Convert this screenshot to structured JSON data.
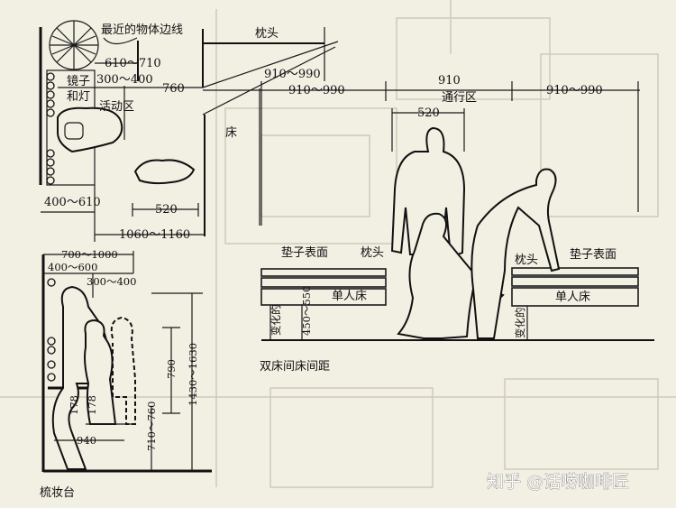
{
  "plan": {
    "nearest_edge": "最近的物体边线",
    "dim_610_710": "610～710",
    "dim_300_400": "300～400",
    "dim_760": "760",
    "mirror_light_1": "镜子",
    "mirror_light_2": "和灯",
    "activity_zone": "活动区",
    "pillow": "枕头",
    "bed": "床",
    "dim_910_990": "910～990",
    "dim_400_610": "400～610",
    "dim_520": "520",
    "dim_1060_1160": "1060～1160"
  },
  "vanity_section": {
    "dim_700_1000": "700～1000",
    "dim_400_600": "400～600",
    "dim_300_400": "300～400",
    "dim_790": "790",
    "dim_1430_1630": "1430～1630",
    "dim_710_760": "710～760",
    "dim_178a": "178",
    "dim_178b": "178",
    "dim_940": "940",
    "caption": "梳妆台"
  },
  "twin_beds": {
    "dim_left": "910～990",
    "dim_mid": "910",
    "passage": "通行区",
    "dim_right": "910～990",
    "dim_520": "520",
    "mattress_left": "垫子表面",
    "pillow_left": "枕头",
    "single_bed_left": "单人床",
    "dim_450_550": "450～550",
    "variable_left": "变化的",
    "pillow_right": "枕头",
    "mattress_right": "垫子表面",
    "single_bed_right": "单人床",
    "variable_right": "变化的",
    "caption": "双床间床间距"
  },
  "watermark": "知乎 @话唠咖啡匠"
}
